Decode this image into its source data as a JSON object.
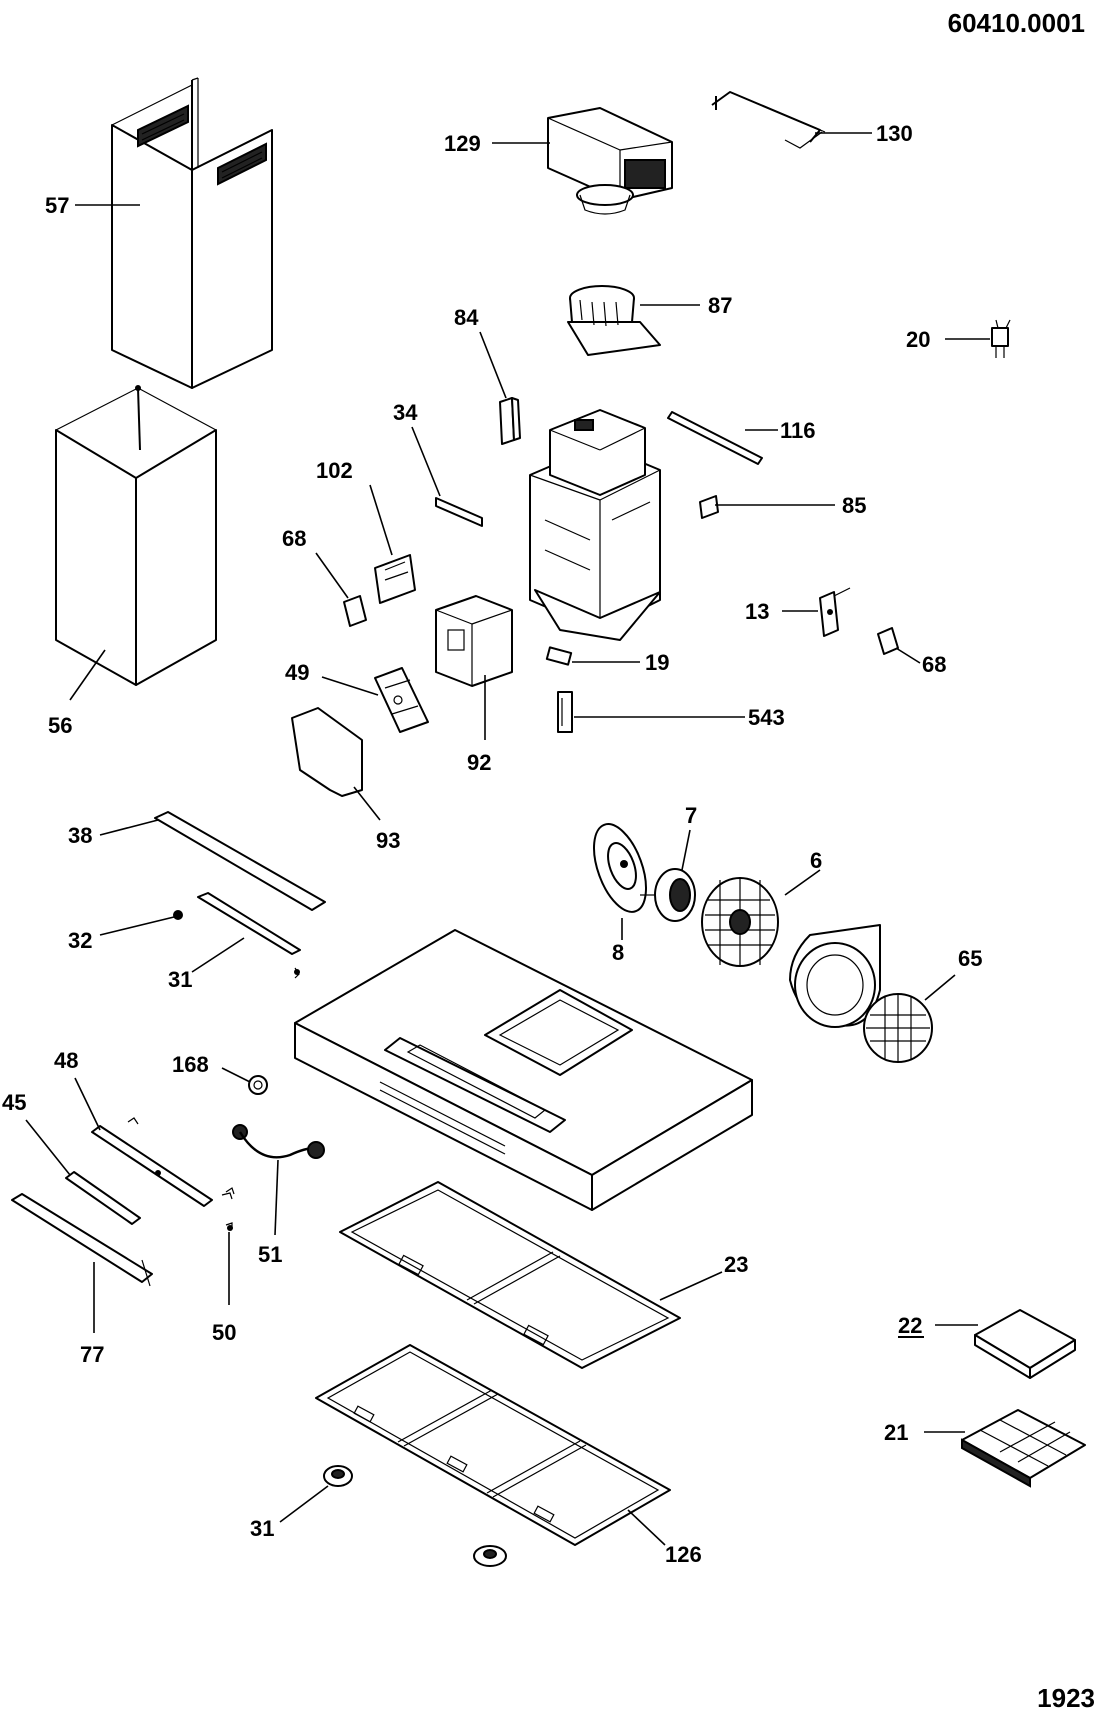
{
  "header": {
    "drawing_number": "60410.0001"
  },
  "footer": {
    "page_number": "1923"
  },
  "labels": {
    "p57": "57",
    "p56": "56",
    "p129": "129",
    "p130": "130",
    "p87": "87",
    "p20": "20",
    "p84": "84",
    "p34": "34",
    "p116": "116",
    "p102": "102",
    "p85": "85",
    "p68a": "68",
    "p13": "13",
    "p68b": "68",
    "p19": "19",
    "p49": "49",
    "p543": "543",
    "p92": "92",
    "p93": "93",
    "p38": "38",
    "p7": "7",
    "p6": "6",
    "p32": "32",
    "p8": "8",
    "p31a": "31",
    "p65": "65",
    "p168": "168",
    "p48": "48",
    "p45": "45",
    "p51": "51",
    "p23": "23",
    "p50": "50",
    "p77": "77",
    "p22": "22",
    "p21": "21",
    "p31b": "31",
    "p126": "126"
  }
}
